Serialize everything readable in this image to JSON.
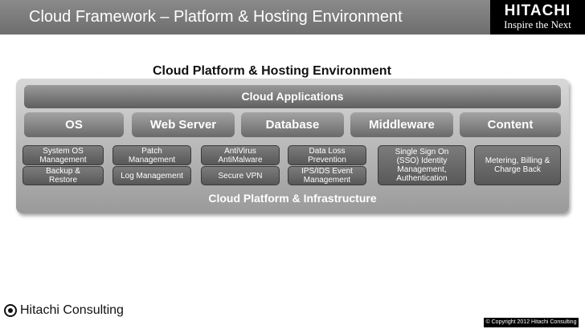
{
  "header": {
    "title": "Cloud Framework – Platform & Hosting Environment",
    "logo_brand": "HITACHI",
    "logo_tag_prefix": "Inspire the Next",
    "logo_tag_accent": ""
  },
  "diagram": {
    "title": "Cloud Platform & Hosting Environment",
    "applications": "Cloud Applications",
    "layers": [
      "OS",
      "Web Server",
      "Database",
      "Middleware",
      "Content"
    ],
    "services": {
      "system_os": "System  OS\nManagement",
      "backup": "Backup &\nRestore",
      "patch": "Patch\nManagement",
      "log": "Log Management",
      "antivirus": "AntiVirus\nAntiMalware",
      "vpn": "Secure VPN",
      "dlp": "Data Loss\nPrevention",
      "ips": "IPS/IDS Event\nManagement",
      "sso": "Single Sign On\n(SSO) Identity\nManagement,\nAuthentication",
      "metering": "Metering, Billing &\nCharge Back"
    },
    "platform": "Cloud Platform & Infrastructure"
  },
  "footer": {
    "logo_text": "Hitachi Consulting",
    "copyright": "© Copyright 2012 Hitachi Consulting"
  },
  "colors": {
    "header_bg": "#7a7a7a",
    "brand_accent": "#e8002d"
  }
}
